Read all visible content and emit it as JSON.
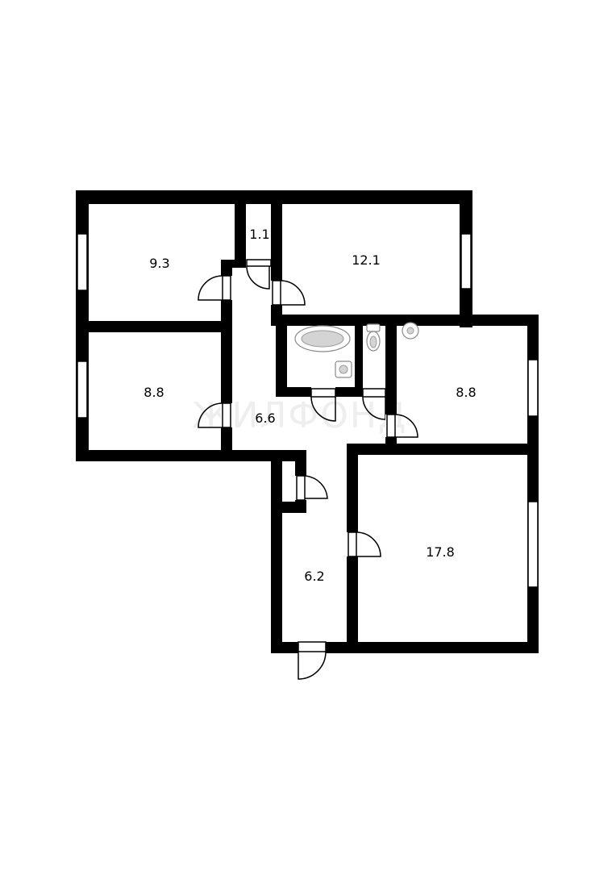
{
  "plan": {
    "rooms": [
      {
        "id": "room-top-left",
        "area": "9.3"
      },
      {
        "id": "room-closet-top",
        "area": "1.1"
      },
      {
        "id": "room-top-right",
        "area": "12.1"
      },
      {
        "id": "room-middle-left",
        "area": "8.8"
      },
      {
        "id": "room-hallway",
        "area": "6.6"
      },
      {
        "id": "room-middle-right",
        "area": "8.8"
      },
      {
        "id": "room-entry",
        "area": "6.2"
      },
      {
        "id": "room-large",
        "area": "17.8"
      }
    ],
    "watermark": "ЖИЛФОНД"
  }
}
